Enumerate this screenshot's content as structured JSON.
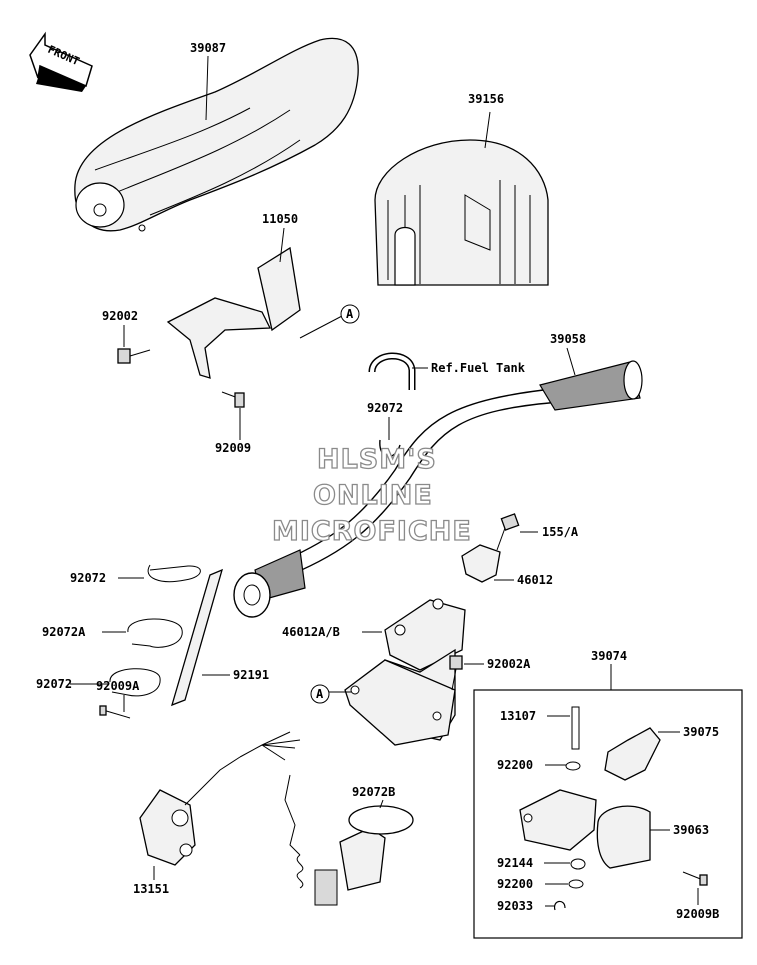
{
  "front_arrow": "FRONT",
  "watermark": [
    "HLSM'S",
    "ONLINE",
    "MICROFICHE"
  ],
  "ref_note": "Ref.Fuel Tank",
  "callouts": {
    "c39087": "39087",
    "c39156": "39156",
    "c11050": "11050",
    "c92002": "92002",
    "c92009": "92009",
    "c39058": "39058",
    "c92072_top": "92072",
    "c155A": "155/A",
    "c46012": "46012",
    "c46012AB": "46012A/B",
    "c92002A": "92002A",
    "c92072_a": "92072",
    "c92072A": "92072A",
    "c92072_b": "92072",
    "c92191": "92191",
    "c92009A": "92009A",
    "c13151": "13151",
    "c92072B": "92072B",
    "c39074": "39074",
    "c13107": "13107",
    "c39075": "39075",
    "c92200_a": "92200",
    "c39063": "39063",
    "c92144": "92144",
    "c92200_b": "92200",
    "c92033": "92033",
    "c92009B": "92009B"
  },
  "ref_marker": "A"
}
